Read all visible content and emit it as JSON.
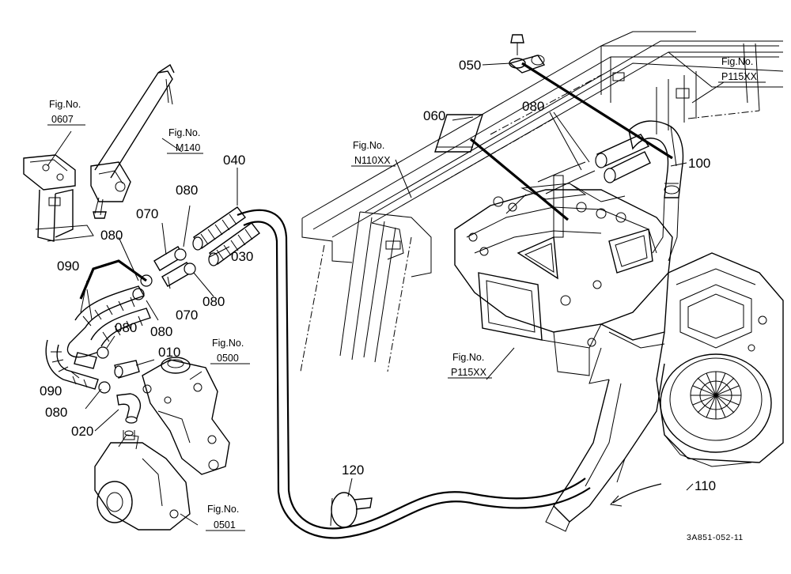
{
  "parts": [
    {
      "id": "p010",
      "label": "010"
    },
    {
      "id": "p020",
      "label": "020"
    },
    {
      "id": "p030",
      "label": "030"
    },
    {
      "id": "p040",
      "label": "040"
    },
    {
      "id": "p050",
      "label": "050"
    },
    {
      "id": "p060",
      "label": "060"
    },
    {
      "id": "p070a",
      "label": "070"
    },
    {
      "id": "p070b",
      "label": "070"
    },
    {
      "id": "p080a",
      "label": "080"
    },
    {
      "id": "p080b",
      "label": "080"
    },
    {
      "id": "p080c",
      "label": "080"
    },
    {
      "id": "p080d",
      "label": "080"
    },
    {
      "id": "p080e",
      "label": "080"
    },
    {
      "id": "p080f",
      "label": "080"
    },
    {
      "id": "p080g",
      "label": "080"
    },
    {
      "id": "p090a",
      "label": "090"
    },
    {
      "id": "p090b",
      "label": "090"
    },
    {
      "id": "p100",
      "label": "100"
    },
    {
      "id": "p110",
      "label": "110"
    },
    {
      "id": "p120",
      "label": "120"
    }
  ],
  "fig_refs": [
    {
      "id": "f0607",
      "prefix": "Fig.No.",
      "number": "0607"
    },
    {
      "id": "fM140",
      "prefix": "Fig.No.",
      "number": "M140"
    },
    {
      "id": "fN110XX",
      "prefix": "Fig.No.",
      "number": "N110XX"
    },
    {
      "id": "f0500",
      "prefix": "Fig.No.",
      "number": "0500"
    },
    {
      "id": "f0501",
      "prefix": "Fig.No.",
      "number": "0501"
    },
    {
      "id": "fP115XXtop",
      "prefix": "Fig.No.",
      "number": "P115XX"
    },
    {
      "id": "fP115XXmid",
      "prefix": "Fig.No.",
      "number": "P115XX"
    }
  ],
  "drawing_code": "3A851-052-11"
}
